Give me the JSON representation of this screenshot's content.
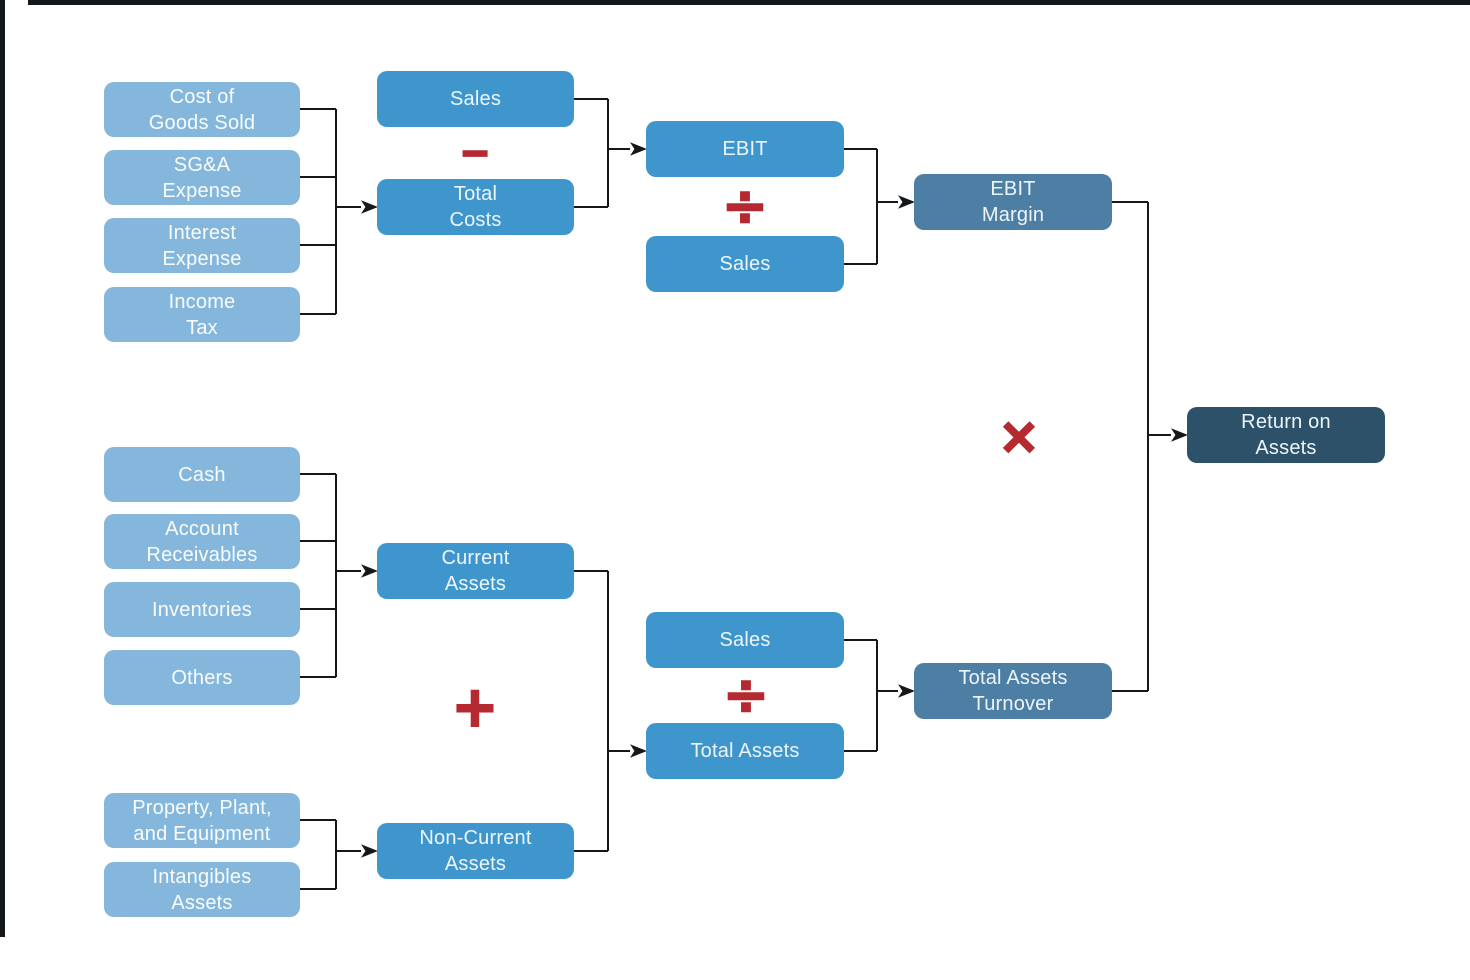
{
  "diagram": {
    "type": "flowchart",
    "topic": "Return on Assets financial ratio decomposition",
    "colors": {
      "input_box": "#84b7db",
      "calc_box": "#3f96cd",
      "ratio_box": "#4d7ea3",
      "result_box": "#2d5168",
      "operator_red": "#b42a30",
      "connector_black": "#15181b",
      "box_text": "#edf5fb",
      "background": "#ffffff"
    },
    "nodes": {
      "cogs": {
        "label": "Cost of\nGoods Sold"
      },
      "sga": {
        "label": "SG&A\nExpense"
      },
      "interest": {
        "label": "Interest\nExpense"
      },
      "income_tax": {
        "label": "Income\nTax"
      },
      "sales_top": {
        "label": "Sales"
      },
      "total_costs": {
        "label": "Total\nCosts"
      },
      "ebit": {
        "label": "EBIT"
      },
      "sales_ebit": {
        "label": "Sales"
      },
      "ebit_margin": {
        "label": "EBIT\nMargin"
      },
      "cash": {
        "label": "Cash"
      },
      "receivables": {
        "label": "Account\nReceivables"
      },
      "inventories": {
        "label": "Inventories"
      },
      "others": {
        "label": "Others"
      },
      "current_assets": {
        "label": "Current\nAssets"
      },
      "ppe": {
        "label": "Property, Plant,\nand Equipment"
      },
      "intangibles": {
        "label": "Intangibles\nAssets"
      },
      "noncurrent_assets": {
        "label": "Non-Current\nAssets"
      },
      "sales_turnover": {
        "label": "Sales"
      },
      "total_assets": {
        "label": "Total Assets"
      },
      "total_assets_turnover": {
        "label": "Total Assets\nTurnover"
      },
      "return_on_assets": {
        "label": "Return on\nAssets"
      }
    },
    "operators": {
      "minus": "−",
      "divide_ebit": "÷",
      "plus": "+",
      "divide_turnover": "÷",
      "multiply": "×"
    }
  }
}
